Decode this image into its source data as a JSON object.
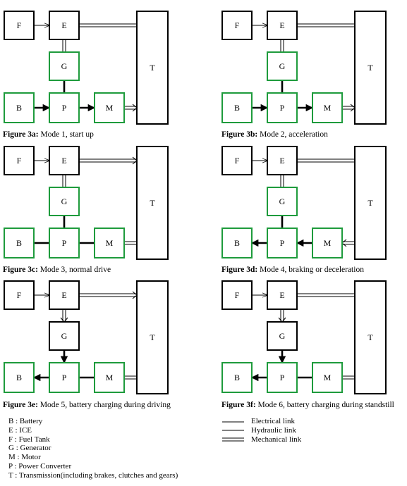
{
  "blocks": {
    "F": "F",
    "E": "E",
    "G": "G",
    "B": "B",
    "P": "P",
    "M": "M",
    "T": "T"
  },
  "colors": {
    "black": "#000000",
    "green": "#1e9b3c"
  },
  "figures": [
    {
      "id": "3a",
      "caption_bold": "Figure 3a:",
      "caption_text": " Mode 1, start up",
      "green": [
        "G",
        "B",
        "P",
        "M"
      ],
      "links": [
        {
          "from": "F",
          "to": "E",
          "type": "hydraulic",
          "arrow": "to"
        },
        {
          "from": "E",
          "to": "T",
          "type": "mechanical",
          "arrow": "none"
        },
        {
          "from": "E",
          "to": "G",
          "type": "mechanical",
          "arrow": "none"
        },
        {
          "from": "G",
          "to": "P",
          "type": "electrical",
          "arrow": "none"
        },
        {
          "from": "B",
          "to": "P",
          "type": "electrical",
          "arrow": "to"
        },
        {
          "from": "P",
          "to": "M",
          "type": "electrical",
          "arrow": "to"
        },
        {
          "from": "M",
          "to": "T",
          "type": "mechanical",
          "arrow": "to"
        }
      ]
    },
    {
      "id": "3b",
      "caption_bold": "Figure 3b:",
      "caption_text": " Mode 2, acceleration",
      "green": [
        "G",
        "B",
        "P",
        "M"
      ],
      "links": [
        {
          "from": "F",
          "to": "E",
          "type": "hydraulic",
          "arrow": "to"
        },
        {
          "from": "E",
          "to": "T",
          "type": "mechanical",
          "arrow": "none"
        },
        {
          "from": "E",
          "to": "G",
          "type": "mechanical",
          "arrow": "none"
        },
        {
          "from": "G",
          "to": "P",
          "type": "electrical",
          "arrow": "none"
        },
        {
          "from": "B",
          "to": "P",
          "type": "electrical",
          "arrow": "to"
        },
        {
          "from": "P",
          "to": "M",
          "type": "electrical",
          "arrow": "to"
        },
        {
          "from": "M",
          "to": "T",
          "type": "mechanical",
          "arrow": "to"
        }
      ]
    },
    {
      "id": "3c",
      "caption_bold": "Figure 3c:",
      "caption_text": " Mode 3, normal drive",
      "green": [
        "G",
        "B",
        "P",
        "M"
      ],
      "links": [
        {
          "from": "F",
          "to": "E",
          "type": "hydraulic",
          "arrow": "to"
        },
        {
          "from": "E",
          "to": "T",
          "type": "mechanical",
          "arrow": "to"
        },
        {
          "from": "E",
          "to": "G",
          "type": "mechanical",
          "arrow": "none"
        },
        {
          "from": "G",
          "to": "P",
          "type": "electrical",
          "arrow": "none"
        },
        {
          "from": "B",
          "to": "P",
          "type": "electrical",
          "arrow": "none"
        },
        {
          "from": "P",
          "to": "M",
          "type": "electrical",
          "arrow": "none"
        },
        {
          "from": "M",
          "to": "T",
          "type": "mechanical",
          "arrow": "none"
        }
      ]
    },
    {
      "id": "3d",
      "caption_bold": "Figure 3d:",
      "caption_text": " Mode 4, braking or deceleration",
      "green": [
        "G",
        "B",
        "P",
        "M"
      ],
      "links": [
        {
          "from": "F",
          "to": "E",
          "type": "hydraulic",
          "arrow": "to"
        },
        {
          "from": "E",
          "to": "T",
          "type": "mechanical",
          "arrow": "none"
        },
        {
          "from": "E",
          "to": "G",
          "type": "mechanical",
          "arrow": "none"
        },
        {
          "from": "G",
          "to": "P",
          "type": "electrical",
          "arrow": "none"
        },
        {
          "from": "P",
          "to": "B",
          "type": "electrical",
          "arrow": "to"
        },
        {
          "from": "M",
          "to": "P",
          "type": "electrical",
          "arrow": "to"
        },
        {
          "from": "T",
          "to": "M",
          "type": "mechanical",
          "arrow": "to"
        }
      ]
    },
    {
      "id": "3e",
      "caption_bold": "Figure 3e:",
      "caption_text": " Mode 5, battery  charging during driving",
      "green": [
        "B",
        "P",
        "M"
      ],
      "links": [
        {
          "from": "F",
          "to": "E",
          "type": "hydraulic",
          "arrow": "to"
        },
        {
          "from": "E",
          "to": "T",
          "type": "mechanical",
          "arrow": "to"
        },
        {
          "from": "E",
          "to": "G",
          "type": "mechanical",
          "arrow": "to"
        },
        {
          "from": "G",
          "to": "P",
          "type": "electrical",
          "arrow": "to"
        },
        {
          "from": "P",
          "to": "B",
          "type": "electrical",
          "arrow": "to"
        },
        {
          "from": "P",
          "to": "M",
          "type": "electrical",
          "arrow": "none"
        },
        {
          "from": "M",
          "to": "T",
          "type": "mechanical",
          "arrow": "none"
        }
      ]
    },
    {
      "id": "3f",
      "caption_bold": "Figure 3f:",
      "caption_text": " Mode 6, battery charging during standstill",
      "green": [
        "B",
        "P",
        "M"
      ],
      "links": [
        {
          "from": "F",
          "to": "E",
          "type": "hydraulic",
          "arrow": "to"
        },
        {
          "from": "E",
          "to": "T",
          "type": "mechanical",
          "arrow": "none"
        },
        {
          "from": "E",
          "to": "G",
          "type": "mechanical",
          "arrow": "to"
        },
        {
          "from": "G",
          "to": "P",
          "type": "electrical",
          "arrow": "to"
        },
        {
          "from": "P",
          "to": "B",
          "type": "electrical",
          "arrow": "to"
        },
        {
          "from": "P",
          "to": "M",
          "type": "electrical",
          "arrow": "none"
        },
        {
          "from": "M",
          "to": "T",
          "type": "mechanical",
          "arrow": "none"
        }
      ]
    }
  ],
  "legend_abbrev": [
    "B : Battery",
    "E : ICE",
    "F :  Fuel Tank",
    "G : Generator",
    "M : Motor",
    "P  :  Power Converter",
    "T : Transmission(including   brakes, clutches and gears)"
  ],
  "legend_links": [
    {
      "type": "electrical",
      "label": "Electrical link"
    },
    {
      "type": "hydraulic",
      "label": "Hydraulic link"
    },
    {
      "type": "mechanical",
      "label": "Mechanical link"
    }
  ]
}
